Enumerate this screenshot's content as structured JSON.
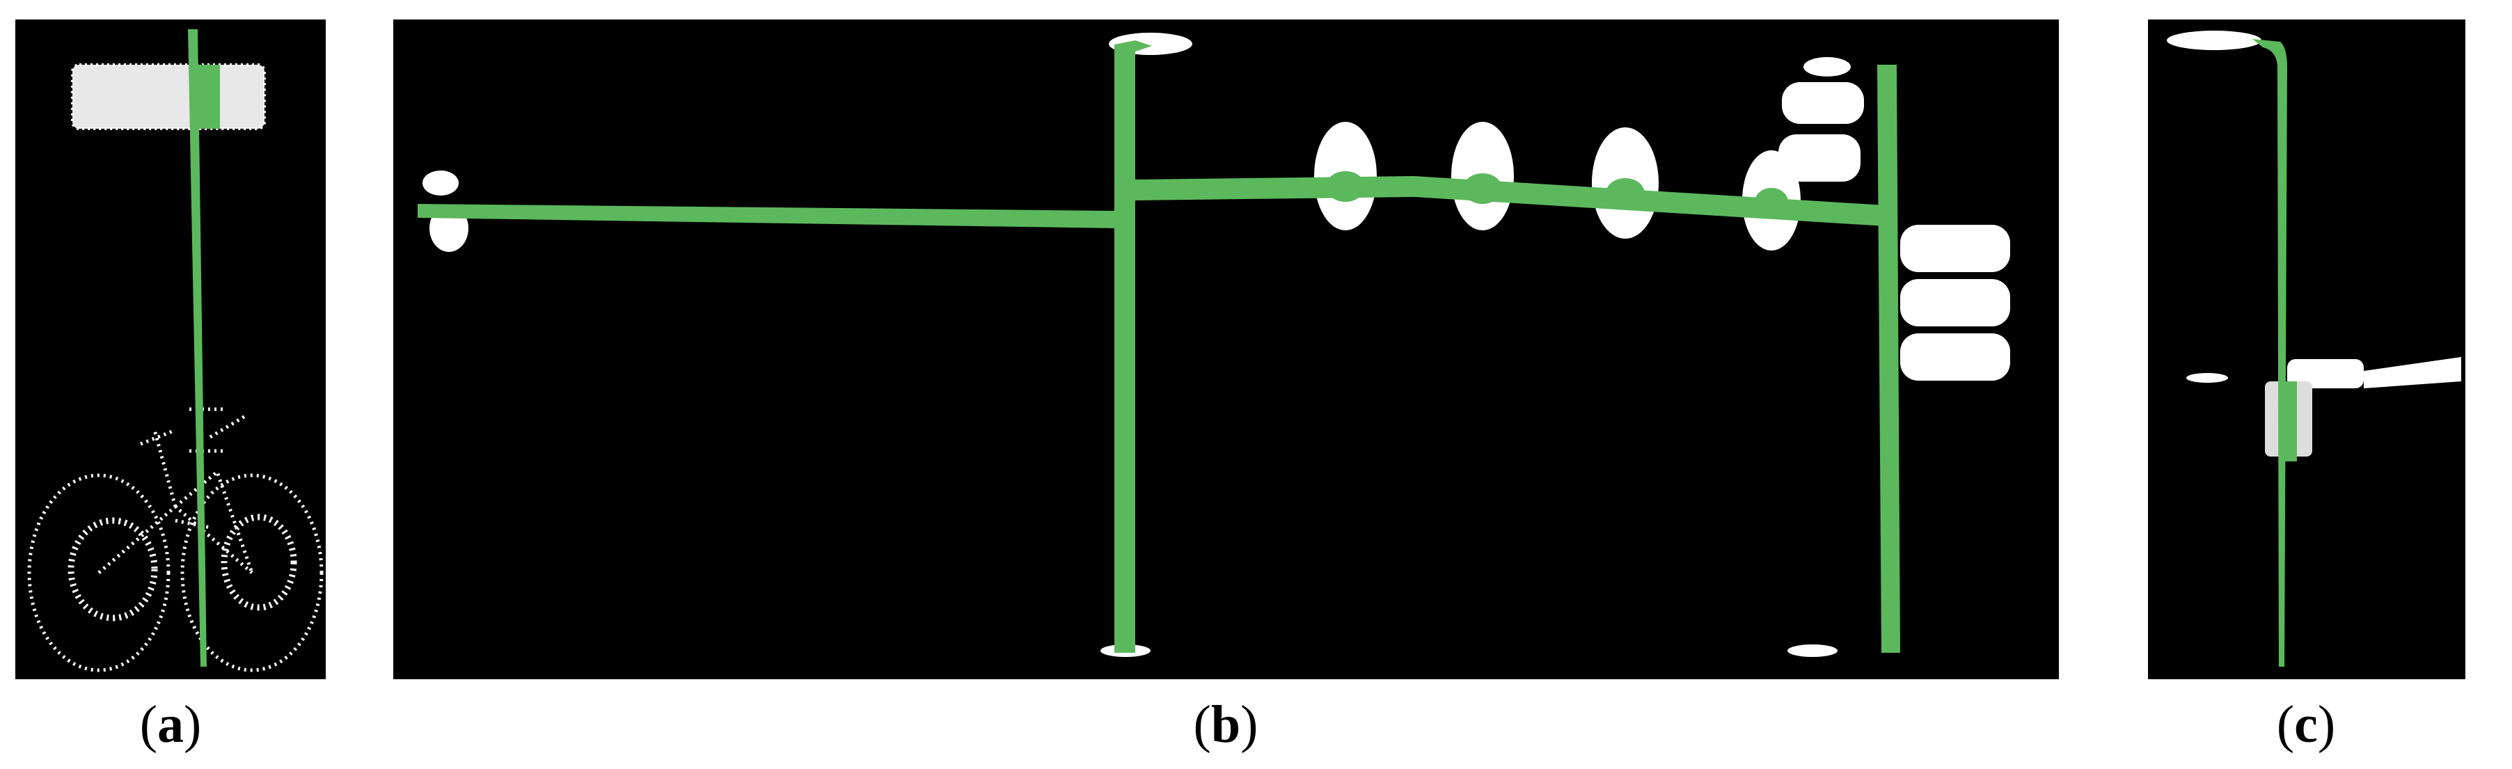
{
  "figure": {
    "colors": {
      "background": "#000000",
      "page": "#ffffff",
      "pole_points": "#5cb85c",
      "object_points": "#ffffff"
    },
    "panels": [
      {
        "id": "a",
        "caption_open": "(",
        "caption_letter": "a",
        "caption_close": ")",
        "content": "point-cloud-pole-sign-bicycle"
      },
      {
        "id": "b",
        "caption_open": "(",
        "caption_letter": "b",
        "caption_close": ")",
        "content": "point-cloud-gantry-traffic-lights"
      },
      {
        "id": "c",
        "caption_open": "(",
        "caption_letter": "c",
        "caption_close": ")",
        "content": "point-cloud-street-lamp"
      }
    ]
  }
}
